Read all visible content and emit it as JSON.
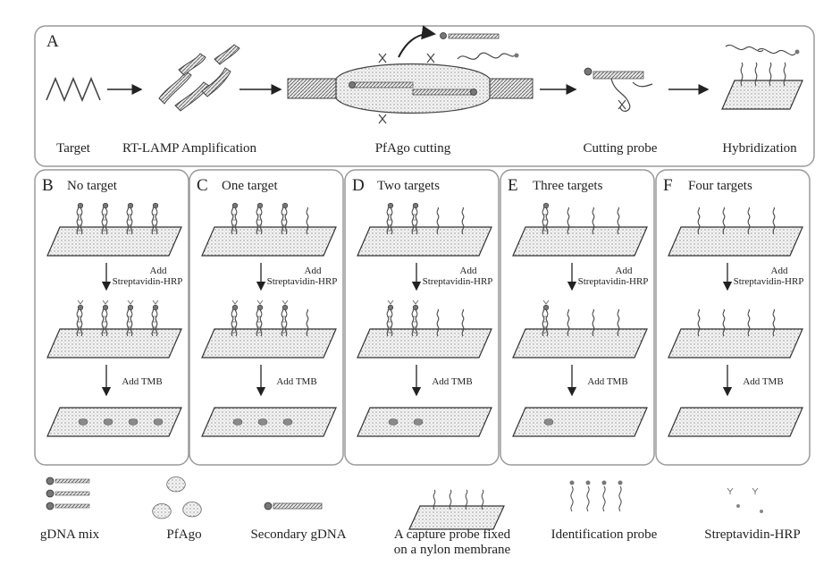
{
  "panel_a": {
    "letter": "A",
    "steps": [
      "Target",
      "RT-LAMP Amplification",
      "PfAgo cutting",
      "Cutting probe",
      "Hybridization"
    ]
  },
  "panels": [
    {
      "letter": "B",
      "title": "No target",
      "step1": [
        "Add",
        "Streptavidin-HRP"
      ],
      "step2": "Add TMB",
      "targets": 0
    },
    {
      "letter": "C",
      "title": "One target",
      "step1": [
        "Add",
        "Streptavidin-HRP"
      ],
      "step2": "Add TMB",
      "targets": 1
    },
    {
      "letter": "D",
      "title": "Two targets",
      "step1": [
        "Add",
        "Streptavidin-HRP"
      ],
      "step2": "Add TMB",
      "targets": 2
    },
    {
      "letter": "E",
      "title": "Three targets",
      "step1": [
        "Add",
        "Streptavidin-HRP"
      ],
      "step2": "Add TMB",
      "targets": 3
    },
    {
      "letter": "F",
      "title": "Four targets",
      "step1": [
        "Add",
        "Streptavidin-HRP"
      ],
      "step2": "Add TMB",
      "targets": 4
    }
  ],
  "legend": [
    {
      "label": [
        "gDNA mix"
      ]
    },
    {
      "label": [
        "PfAgo"
      ]
    },
    {
      "label": [
        "Secondary gDNA"
      ]
    },
    {
      "label": [
        "A capture probe fixed",
        "on a nylon membrane"
      ]
    },
    {
      "label": [
        "Identification probe"
      ]
    },
    {
      "label": [
        "Streptavidin-HRP"
      ]
    }
  ]
}
